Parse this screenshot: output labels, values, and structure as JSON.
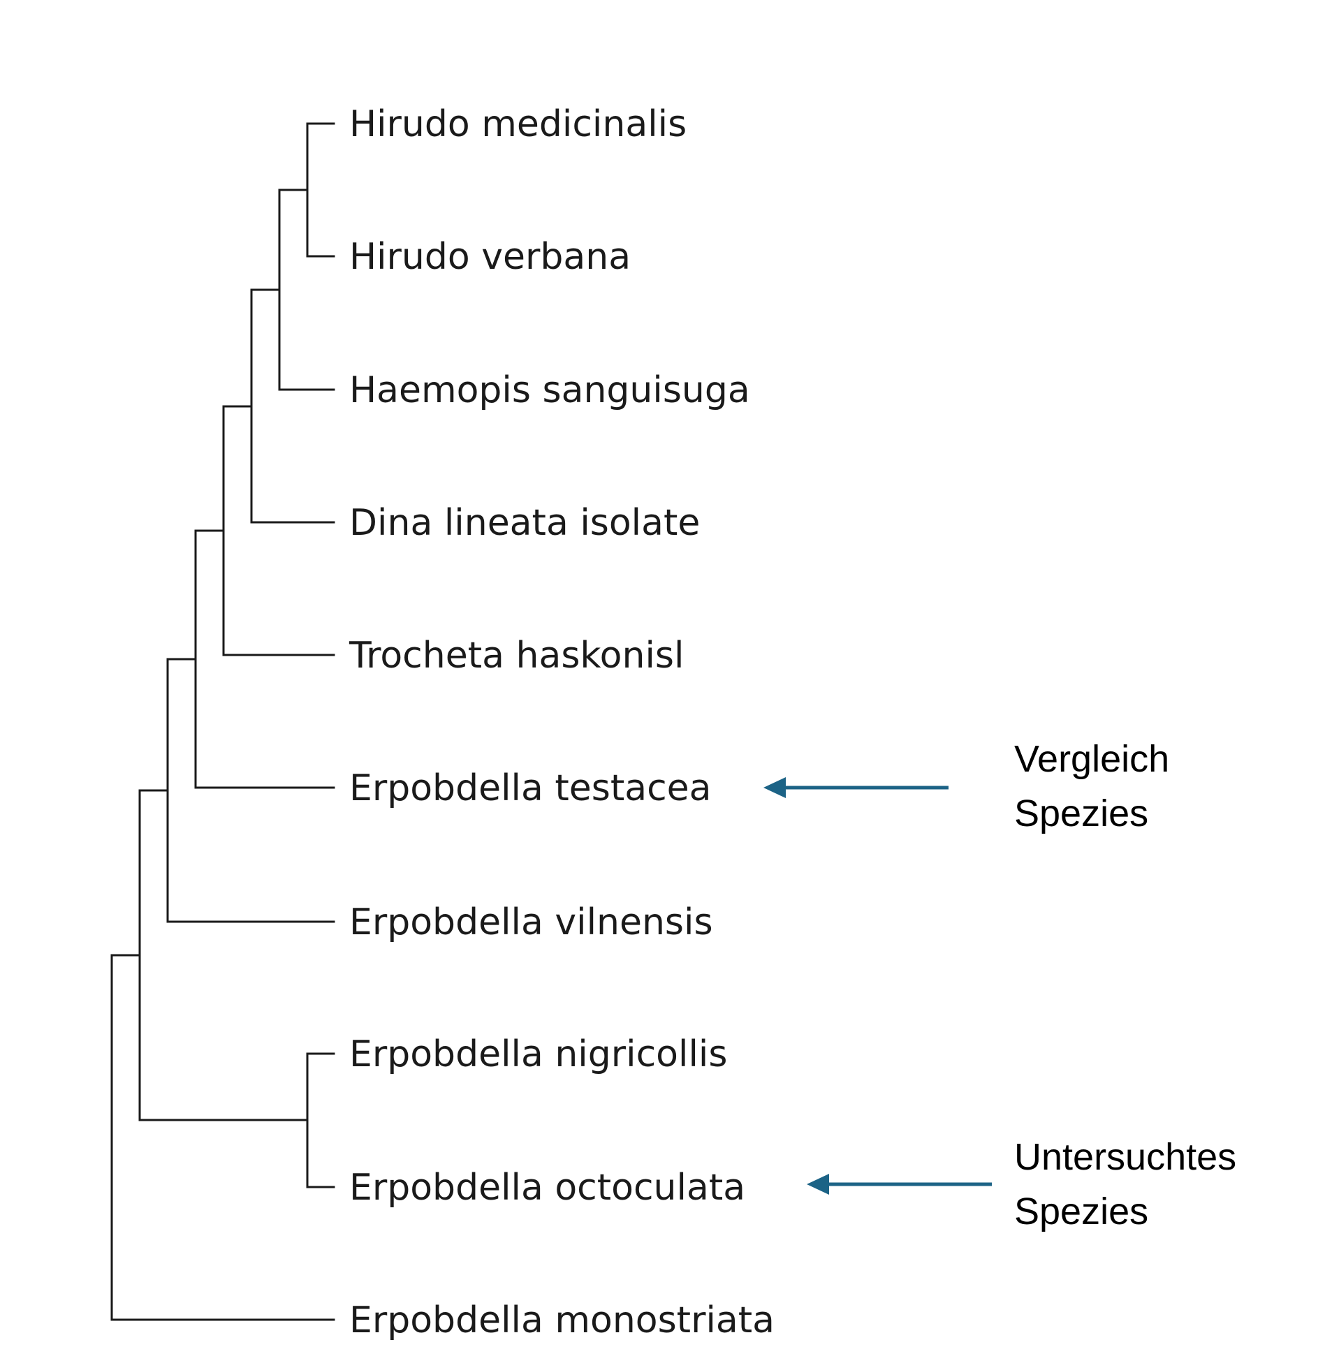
{
  "tree": {
    "taxa": [
      "Hirudo medicinalis",
      "Hirudo verbana",
      "Haemopis sanguisuga",
      "Dina lineata isolate",
      "Trocheta haskonisl",
      "Erpobdella testacea",
      "Erpobdella vilnensis",
      "Erpobdella nigricollis",
      "Erpobdella octoculata",
      "Erpobdella monostriata"
    ],
    "newick": "(((((((((Hirudo medicinalis,Hirudo verbana),Haemopis sanguisuga),Dina lineata isolate),Trocheta haskonisl),Erpobdella testacea),Erpobdella vilnensis),(Erpobdella nigricollis,Erpobdella octoculata)),Erpobdella monostriata));"
  },
  "annotations": [
    {
      "target_taxon": "Erpobdella testacea",
      "lines": [
        "Vergleich",
        "Spezies"
      ]
    },
    {
      "target_taxon": "Erpobdella octoculata",
      "lines": [
        "Untersuchtes",
        "Spezies"
      ]
    }
  ],
  "colors": {
    "arrow": "#1c6386",
    "branch": "#1a1a1a"
  }
}
